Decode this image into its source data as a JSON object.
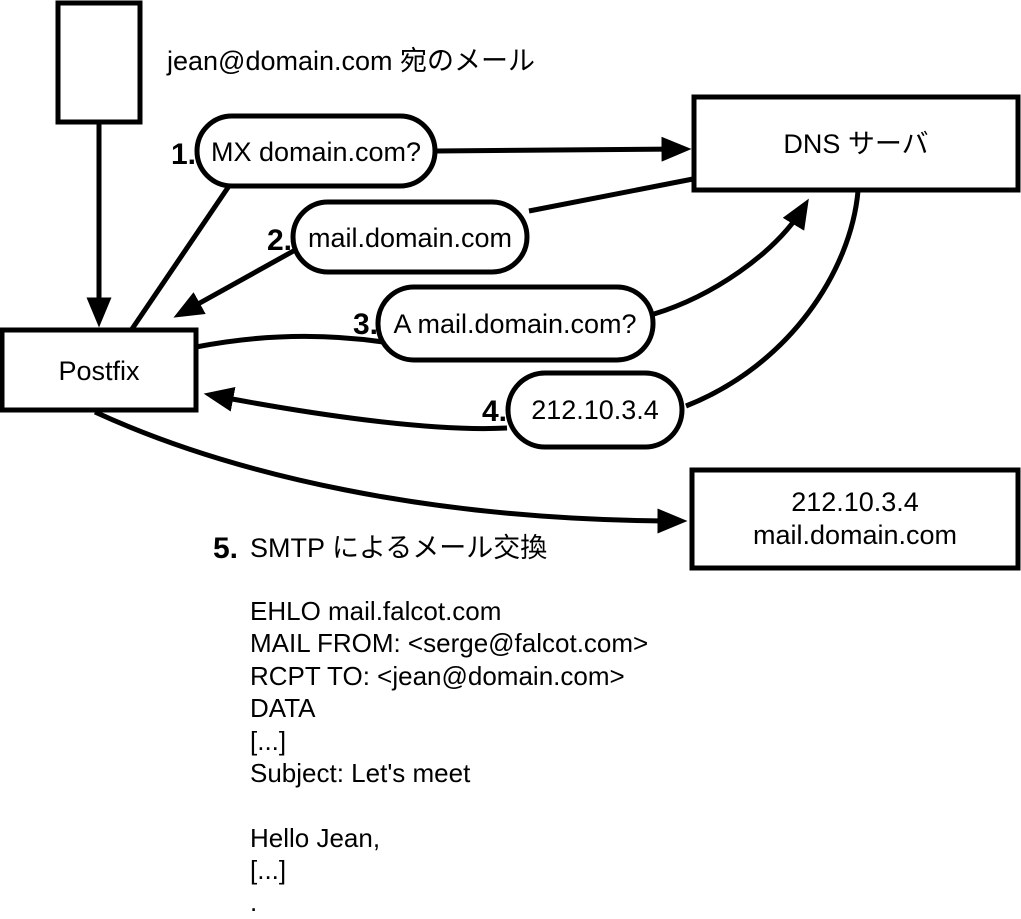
{
  "diagram": {
    "incoming_mail_note": "jean@domain.com 宛のメール",
    "nodes": {
      "postfix": {
        "label": "Postfix"
      },
      "dns_server": {
        "label": "DNS サーバ"
      },
      "mail_server": {
        "ip": "212.10.3.4",
        "hostname": "mail.domain.com"
      }
    },
    "steps": [
      {
        "num": "1.",
        "label": "MX domain.com?"
      },
      {
        "num": "2.",
        "label": "mail.domain.com"
      },
      {
        "num": "3.",
        "label": "A mail.domain.com?"
      },
      {
        "num": "4.",
        "label": "212.10.3.4"
      },
      {
        "num": "5.",
        "label": "SMTP によるメール交換"
      }
    ],
    "smtp_session": [
      "EHLO mail.falcot.com",
      "MAIL FROM: <serge@falcot.com>",
      "RCPT TO: <jean@domain.com>",
      "DATA",
      "[...]",
      "Subject: Let's meet",
      "Hello Jean,",
      "[...]",
      "."
    ],
    "colors": {
      "stroke": "#000000",
      "background": "#ffffff"
    }
  }
}
